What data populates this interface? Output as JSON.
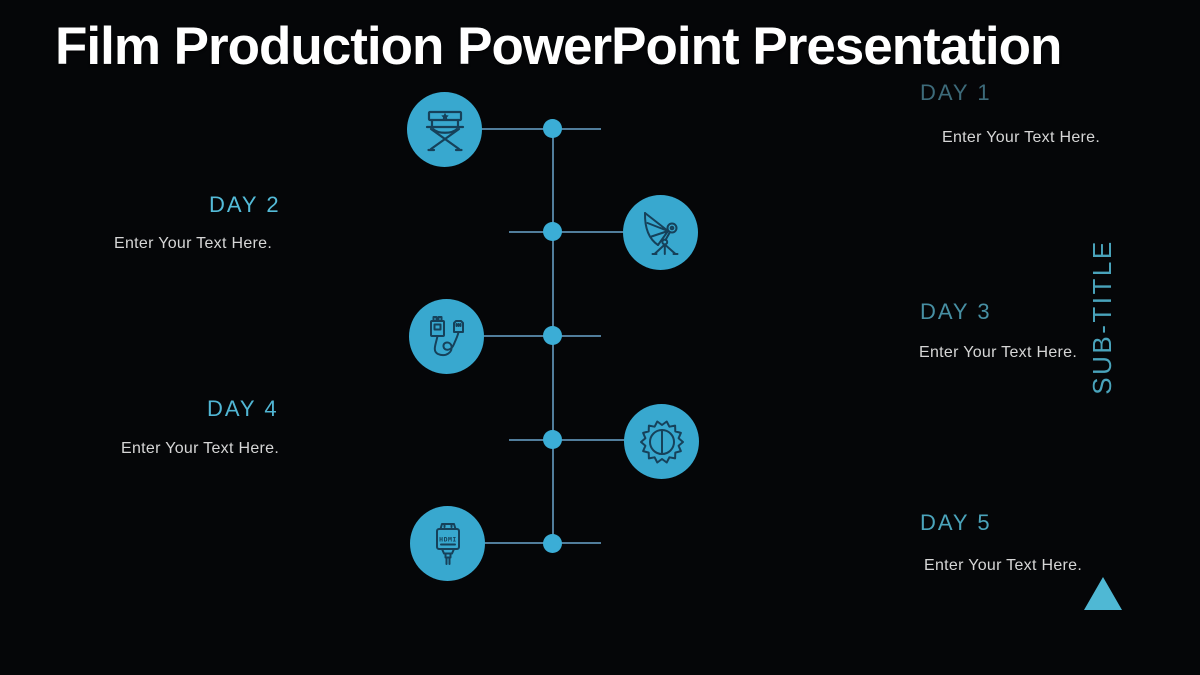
{
  "slide": {
    "title": "Film Production PowerPoint Presentation",
    "vertical_label": "SUB-TITLE"
  },
  "timeline": {
    "days": [
      {
        "label": "DAY 1",
        "body": "Enter Your Text Here.",
        "icon": "directors-chair-icon",
        "label_color": "#3d6b7a"
      },
      {
        "label": "DAY 2",
        "body": "Enter Your Text Here.",
        "icon": "studio-light-icon",
        "label_color": "#54bbd8"
      },
      {
        "label": "DAY 3",
        "body": "Enter Your Text Here.",
        "icon": "usb-cable-icon",
        "label_color": "#478fa3"
      },
      {
        "label": "DAY 4",
        "body": "Enter Your Text Here.",
        "icon": "camera-lens-icon",
        "label_color": "#51b6d4"
      },
      {
        "label": "DAY 5",
        "body": "Enter Your Text Here.",
        "icon": "hdmi-cable-icon",
        "label_color": "#4ba4bb"
      }
    ]
  },
  "colors": {
    "background": "#050608",
    "title_text": "#ffffff",
    "icon_circle_fill": "#38a8cf",
    "icon_stroke": "#16415a",
    "connector_line": "#517d9b",
    "node_dot": "#3badd6",
    "body_text": "#d6d6d6",
    "vertical_label": "#49a3bb",
    "corner_triangle": "#4fb8d4"
  }
}
